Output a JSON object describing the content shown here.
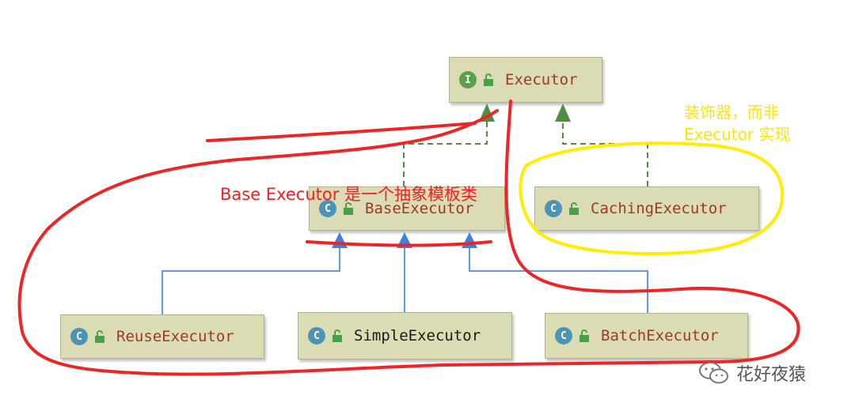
{
  "diagram": {
    "nodes": {
      "executor": {
        "kind": "interface",
        "badge": "I",
        "name": "Executor"
      },
      "base_executor": {
        "kind": "class",
        "badge": "C",
        "name": "BaseExecutor"
      },
      "caching_executor": {
        "kind": "class",
        "badge": "C",
        "name": "CachingExecutor"
      },
      "reuse_executor": {
        "kind": "class",
        "badge": "C",
        "name": "ReuseExecutor"
      },
      "simple_executor": {
        "kind": "class",
        "badge": "C",
        "name": "SimpleExecutor"
      },
      "batch_executor": {
        "kind": "class",
        "badge": "C",
        "name": "BatchExecutor"
      }
    },
    "edges": [
      {
        "from": "BaseExecutor",
        "to": "Executor",
        "type": "implements"
      },
      {
        "from": "CachingExecutor",
        "to": "Executor",
        "type": "implements"
      },
      {
        "from": "ReuseExecutor",
        "to": "BaseExecutor",
        "type": "extends"
      },
      {
        "from": "SimpleExecutor",
        "to": "BaseExecutor",
        "type": "extends"
      },
      {
        "from": "BatchExecutor",
        "to": "BaseExecutor",
        "type": "extends"
      }
    ]
  },
  "annotations": {
    "red_note": "Base Executor 是一个抽象模板类",
    "yellow_note_line1": "装饰器，而非",
    "yellow_note_line2": "Executor 实现"
  },
  "watermark": {
    "text": "花好夜猿"
  },
  "colors": {
    "node_fill": "#dcdcb4",
    "class_name": "#9a3a26",
    "interface_badge": "#5aa04a",
    "class_badge": "#4c93b6",
    "implements_arrow": "#4f8f44",
    "extends_arrow": "#3b82e0",
    "red_annotation": "#f02222",
    "yellow_annotation": "#ffe600"
  },
  "icons": [
    "interface-badge-icon",
    "class-badge-icon",
    "lock-icon",
    "wechat-icon"
  ]
}
